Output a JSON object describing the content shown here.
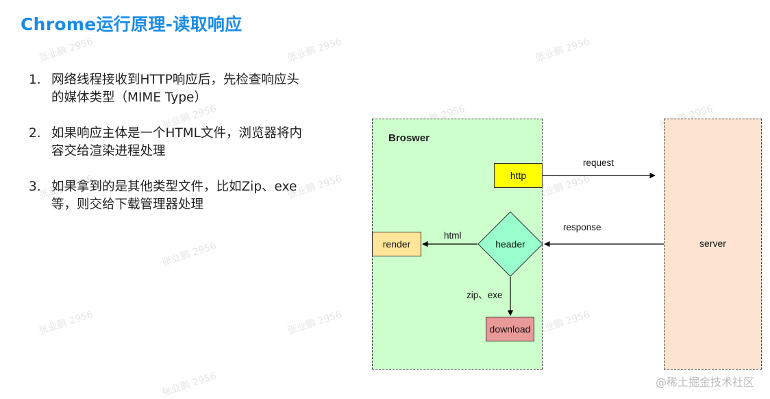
{
  "slide": {
    "title": "Chrome运行原理-读取响应",
    "items": [
      {
        "num": "1.",
        "text": "网络线程接收到HTTP响应后，先检查响应头的媒体类型（MIME Type）"
      },
      {
        "num": "2.",
        "text": "如果响应主体是一个HTML文件，浏览器将内容交给渲染进程处理"
      },
      {
        "num": "3.",
        "text": "如果拿到的是其他类型文件，比如Zip、exe等，则交给下载管理器处理"
      }
    ],
    "watermark": "张业鹏 2956"
  },
  "diagram": {
    "browser_label": "Broswer",
    "nodes": {
      "http": "http",
      "header": "header",
      "render": "render",
      "download": "download",
      "server": "server"
    },
    "edges": {
      "request": "request",
      "response": "response",
      "html": "html",
      "zip_exe": "zip、exe"
    },
    "colors": {
      "browser_fill": "#ccffcc",
      "server_fill": "#fce4d0",
      "http_fill": "#ffff00",
      "header_fill": "#99ffcc",
      "render_fill": "#ffe599",
      "download_fill": "#ea9999"
    }
  },
  "footer": {
    "text": "@稀土掘金技术社区"
  }
}
